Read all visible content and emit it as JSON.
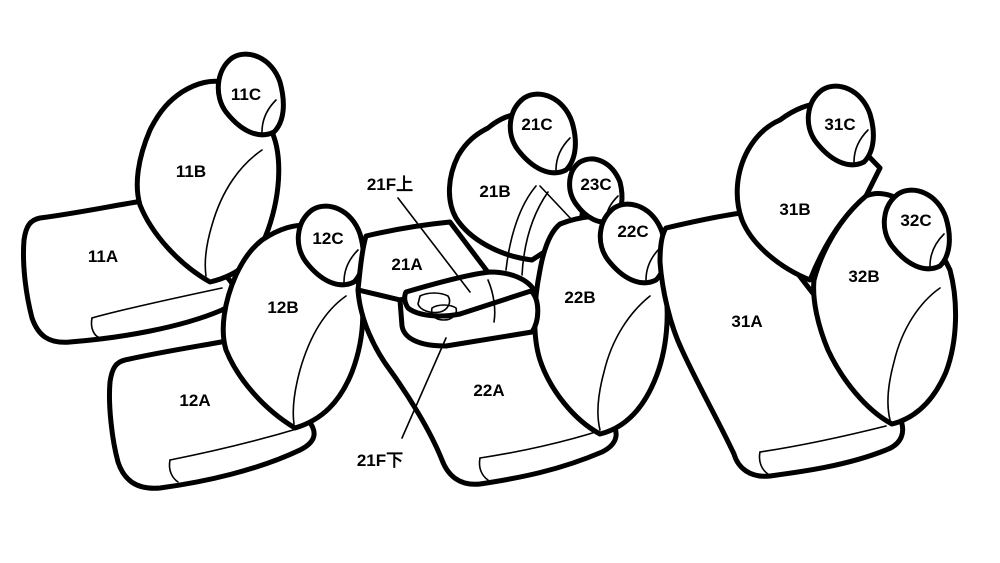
{
  "labels": {
    "p11A": "11A",
    "p11B": "11B",
    "p11C": "11C",
    "p12A": "12A",
    "p12B": "12B",
    "p12C": "12C",
    "p21A": "21A",
    "p21B": "21B",
    "p21C": "21C",
    "p22A": "22A",
    "p22B": "22B",
    "p22C": "22C",
    "p23C": "23C",
    "p31A": "31A",
    "p31B": "31B",
    "p31C": "31C",
    "p32B": "32B",
    "p32C": "32C",
    "p21F_upper": "21F上",
    "p21F_lower": "21F下"
  }
}
